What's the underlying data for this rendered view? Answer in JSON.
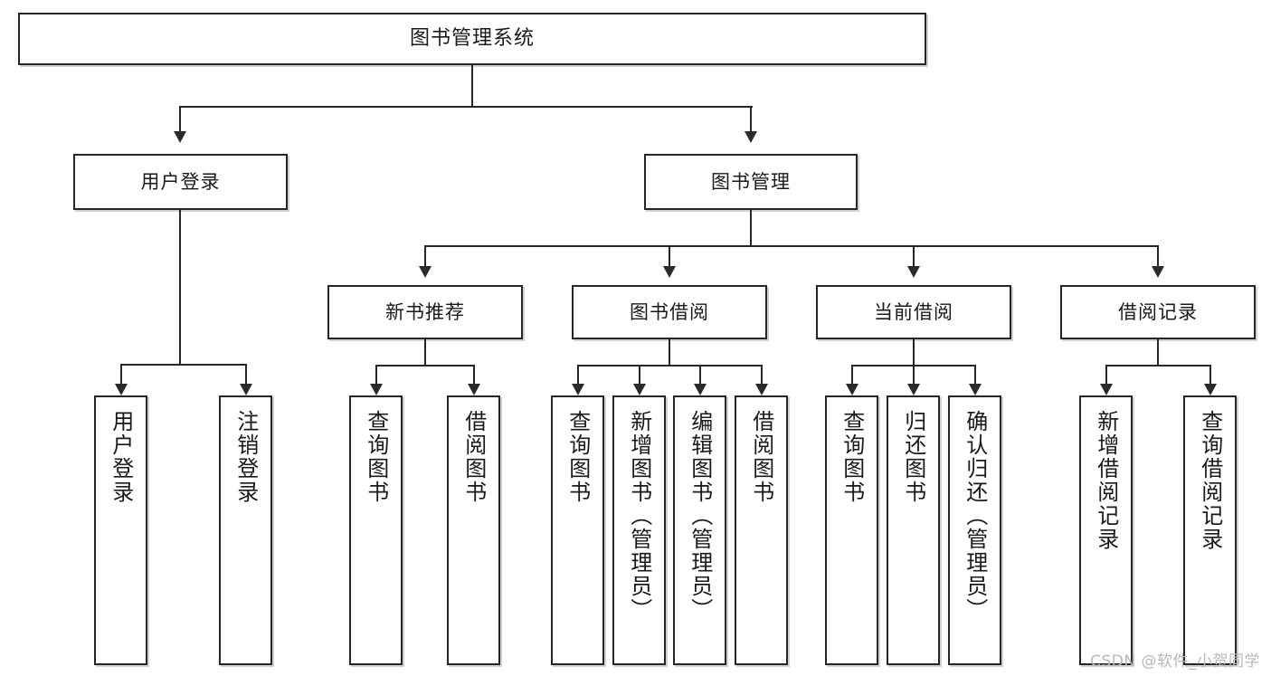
{
  "diagram": {
    "title": "图书管理系统",
    "type": "hierarchy-tree",
    "watermark": "CSDN @软件_小贺同学",
    "line_color": "#262626",
    "box_fill": "#ffffff",
    "text_color": "#1a1a1a"
  },
  "nodes": {
    "root": {
      "label": "图书管理系统"
    },
    "level2": [
      {
        "label": "用户登录"
      },
      {
        "label": "图书管理"
      }
    ],
    "level3": [
      {
        "label": "新书推荐"
      },
      {
        "label": "图书借阅"
      },
      {
        "label": "当前借阅"
      },
      {
        "label": "借阅记录"
      }
    ],
    "leaves": {
      "user_login": [
        {
          "label": "用户登录"
        },
        {
          "label": "注销登录"
        }
      ],
      "new_book": [
        {
          "label": "查询图书"
        },
        {
          "label": "借阅图书"
        }
      ],
      "book_borrow": [
        {
          "label": "查询图书"
        },
        {
          "label": "新增图书（管理员）"
        },
        {
          "label": "编辑图书（管理员）"
        },
        {
          "label": "借阅图书"
        }
      ],
      "current_borrow": [
        {
          "label": "查询图书"
        },
        {
          "label": "归还图书"
        },
        {
          "label": "确认归还（管理员）"
        }
      ],
      "borrow_record": [
        {
          "label": "新增借阅记录"
        },
        {
          "label": "查询借阅记录"
        }
      ]
    }
  },
  "chart_data": {
    "type": "table",
    "title": "图书管理系统",
    "tree": [
      {
        "name": "用户登录",
        "children": [
          "用户登录",
          "注销登录"
        ]
      },
      {
        "name": "图书管理",
        "children": [
          {
            "name": "新书推荐",
            "children": [
              "查询图书",
              "借阅图书"
            ]
          },
          {
            "name": "图书借阅",
            "children": [
              "查询图书",
              "新增图书（管理员）",
              "编辑图书（管理员）",
              "借阅图书"
            ]
          },
          {
            "name": "当前借阅",
            "children": [
              "查询图书",
              "归还图书",
              "确认归还（管理员）"
            ]
          },
          {
            "name": "借阅记录",
            "children": [
              "新增借阅记录",
              "查询借阅记录"
            ]
          }
        ]
      }
    ]
  }
}
